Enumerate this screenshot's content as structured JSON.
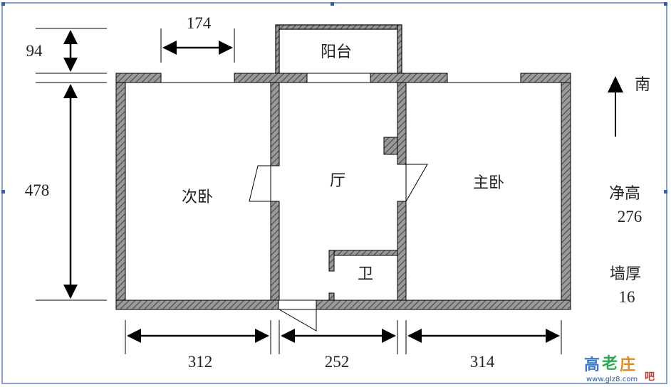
{
  "dimensions": {
    "top_width": "174",
    "top_height": "94",
    "left_height": "478",
    "bottom_left": "312",
    "bottom_mid": "252",
    "bottom_right": "314"
  },
  "rooms": {
    "balcony": "阳台",
    "second_bedroom": "次卧",
    "living_room": "厅",
    "master_bedroom": "主卧",
    "bathroom": "卫"
  },
  "compass": {
    "label": "南"
  },
  "notes": {
    "ceiling_label": "净高",
    "ceiling_value": "276",
    "wall_label": "墙厚",
    "wall_value": "16"
  },
  "watermark": {
    "logo_chars": [
      "高",
      "老",
      "庄",
      "吧"
    ],
    "logo_colors": [
      "#3a78c8",
      "#2fa84f",
      "#e08a1e",
      "#c23a3a"
    ],
    "url": "www.glz8.com"
  },
  "colors": {
    "wall_fill": "#8c8c8c",
    "line": "#000000",
    "frame": "#3a5da8"
  }
}
